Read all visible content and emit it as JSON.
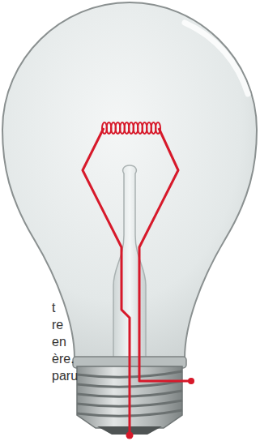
{
  "diagram": {
    "labels": [
      "t",
      "re",
      "en",
      "ère.",
      "paru"
    ]
  }
}
